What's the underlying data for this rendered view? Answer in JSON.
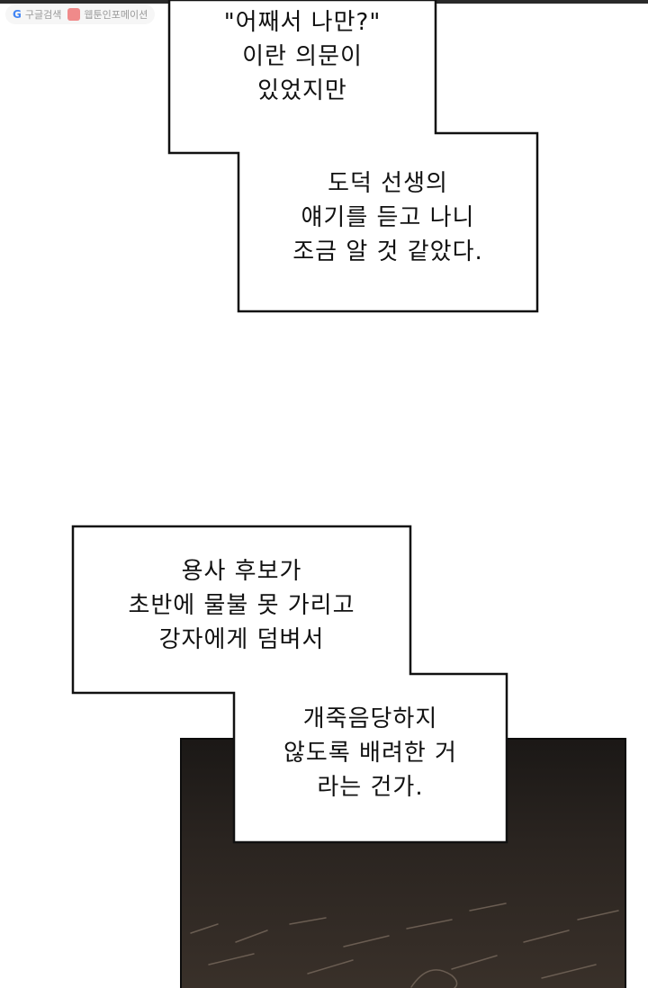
{
  "watermark": {
    "search_text": "구글검색",
    "site_text": "웹툰인포메이션"
  },
  "captions": [
    {
      "lines": [
        "\"어째서 나만?\"",
        "이란 의문이",
        "있었지만"
      ]
    },
    {
      "lines": [
        "도덕 선생의",
        "얘기를 듣고 나니",
        "조금 알 것 같았다."
      ]
    },
    {
      "lines": [
        "용사 후보가",
        "초반에 물불 못 가리고",
        "강자에게 덤벼서"
      ]
    },
    {
      "lines": [
        "개죽음당하지",
        "않도록 배려한 거",
        "라는 건가."
      ]
    }
  ],
  "scene": {
    "description_icon": "dark-ground-scene"
  }
}
